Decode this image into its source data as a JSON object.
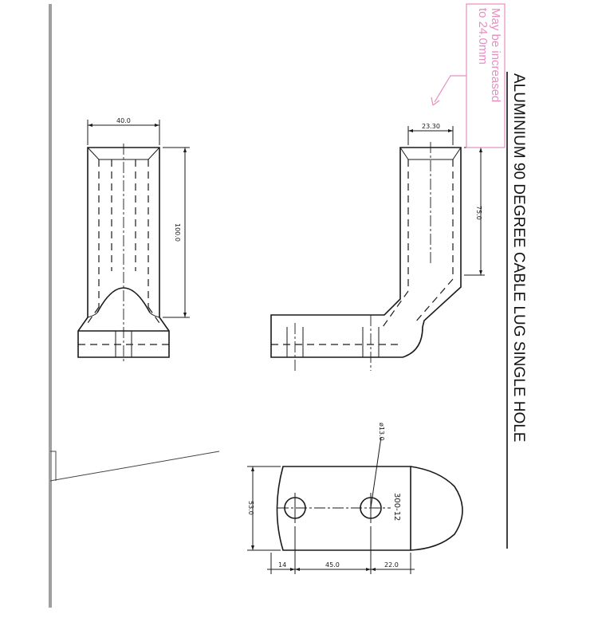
{
  "drawing": {
    "title": "ALUMINIUM 90 DEGREE CABLE LUG SINGLE HOLE",
    "annotation": {
      "line1": "May be increased",
      "line2": "to 24.0mm",
      "color": "#e58fc0"
    },
    "dimensions": {
      "front_width": "40.0",
      "front_height": "100.0",
      "side_barrel_width": "23.30",
      "side_barrel_height": "75.0",
      "palm_hole_dia": "ø13.0",
      "palm_width": "53.0",
      "palm_edge": "14",
      "palm_hole_spacing": "45.0",
      "palm_end": "22.0",
      "part_code": "300-12"
    },
    "colors": {
      "ink": "#1a1a1a",
      "margin_line": "#a0a0a0"
    }
  }
}
